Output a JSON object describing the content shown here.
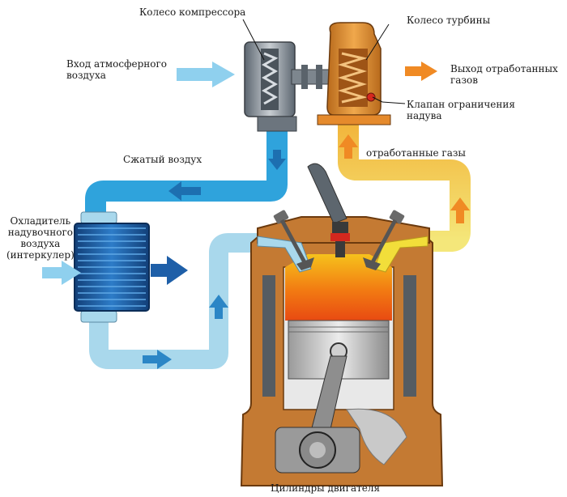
{
  "labels": {
    "compressor_wheel": "Колесо компрессора",
    "turbine_wheel": "Колесо турбины",
    "air_intake": "Вход атмосферного\nвоздуха",
    "exhaust_out": "Выход отработанных\nгазов",
    "wastegate": "Клапан ограничения\nнадува",
    "compressed_air": "Сжатый воздух",
    "exhaust_gases": "отработанные газы",
    "intercooler": "Охладитель\nнадувочного\nвоздуха\n(интеркулер)",
    "cylinders": "Цилиндры двигателя"
  },
  "colors": {
    "cold_air": "#2fa3dc",
    "warm_air": "#a9d8ec",
    "exhaust": "#f2de3a",
    "exhaust_arrow": "#f08a24",
    "engine_block": "#b5651d",
    "combustion": "#f27a12",
    "intercooler": "#1e5fa8"
  }
}
